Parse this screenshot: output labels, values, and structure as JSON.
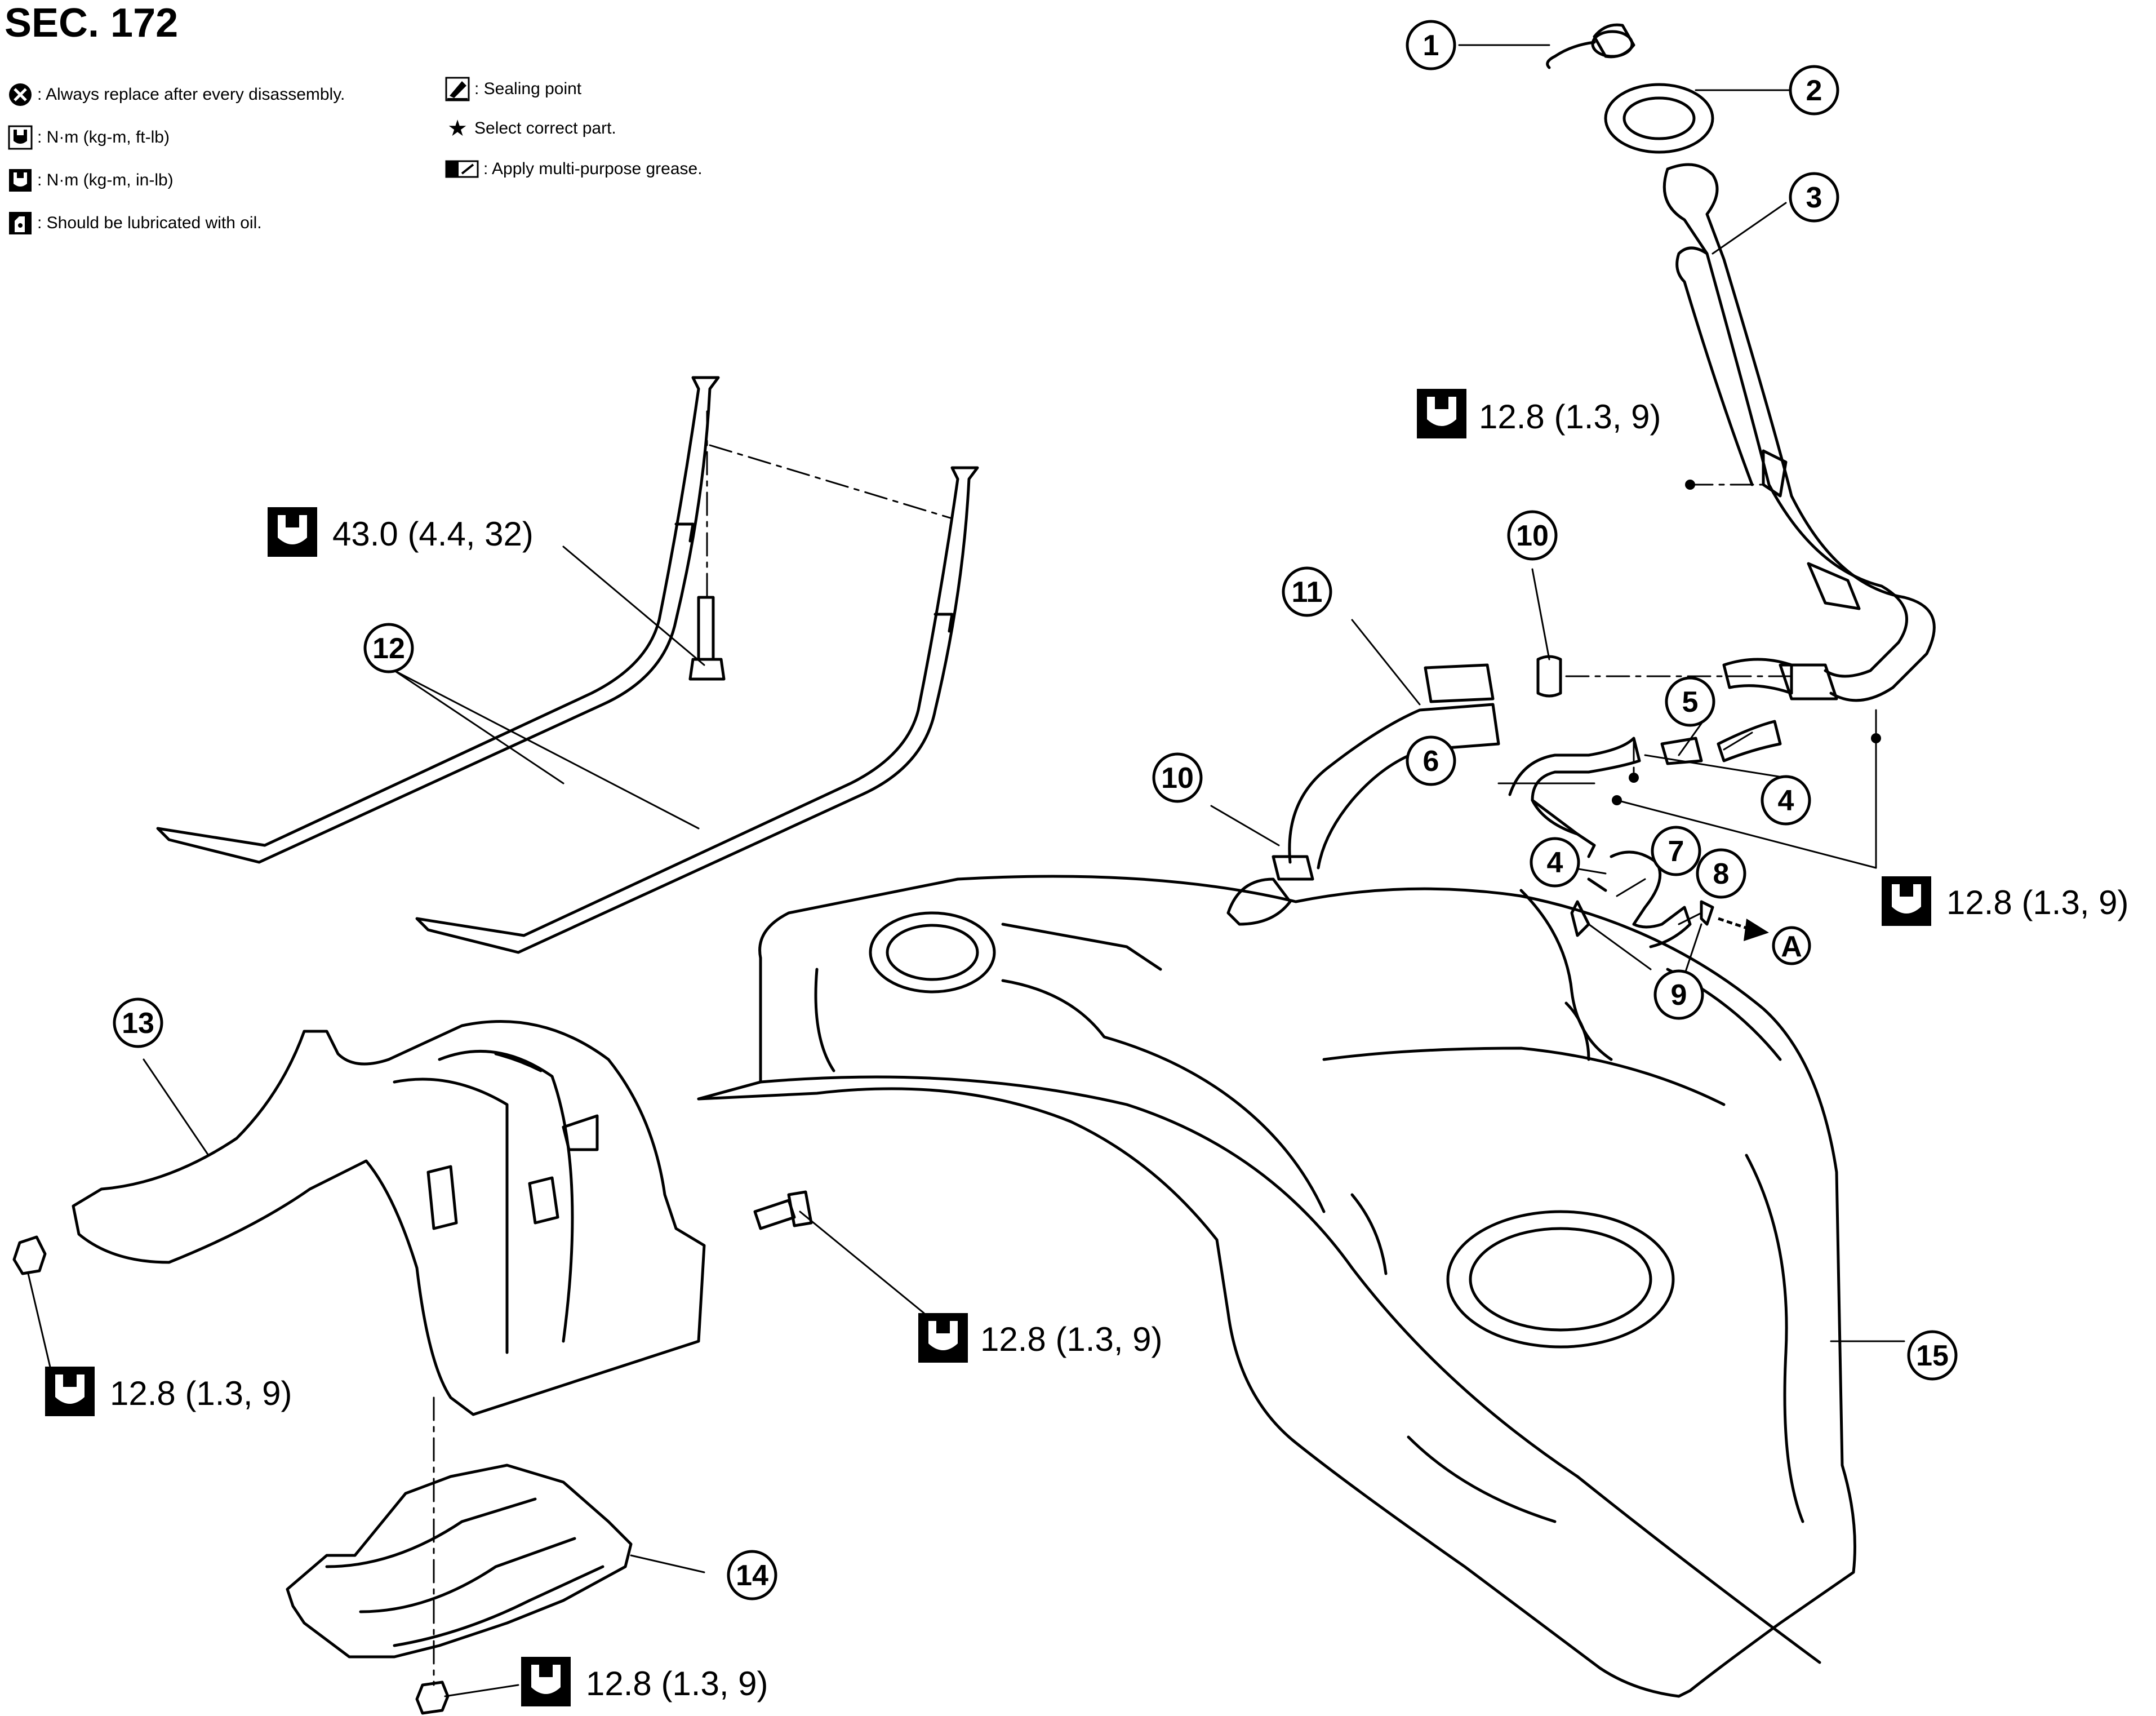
{
  "section": {
    "title": "SEC. 172"
  },
  "legend": {
    "replace": ": Always replace after every disassembly.",
    "torque_ft": ": N·m (kg-m, ft-lb)",
    "torque_in": ": N·m (kg-m, in-lb)",
    "lubricate": ": Should be lubricated with oil.",
    "sealing": ": Sealing point",
    "select": "Select correct part.",
    "grease": ": Apply multi-purpose grease."
  },
  "icons": {
    "replace": "x-circle-icon",
    "torque_ft": "wrench-torque-icon",
    "torque_in": "wrench-torque-filled-icon",
    "lubricate": "oil-can-icon",
    "sealing": "sealant-icon",
    "select": "star-icon",
    "grease": "grease-icon"
  },
  "callouts": [
    "1",
    "2",
    "3",
    "4",
    "4",
    "5",
    "6",
    "7",
    "8",
    "9",
    "10",
    "10",
    "11",
    "12",
    "13",
    "14",
    "15"
  ],
  "torque_specs": [
    "12.8 (1.3, 9)",
    "43.0 (4.4, 32)",
    "12.8 (1.3, 9)",
    "12.8 (1.3, 9)",
    "12.8 (1.3, 9)",
    "12.8 (1.3, 9)"
  ],
  "reference": "A"
}
